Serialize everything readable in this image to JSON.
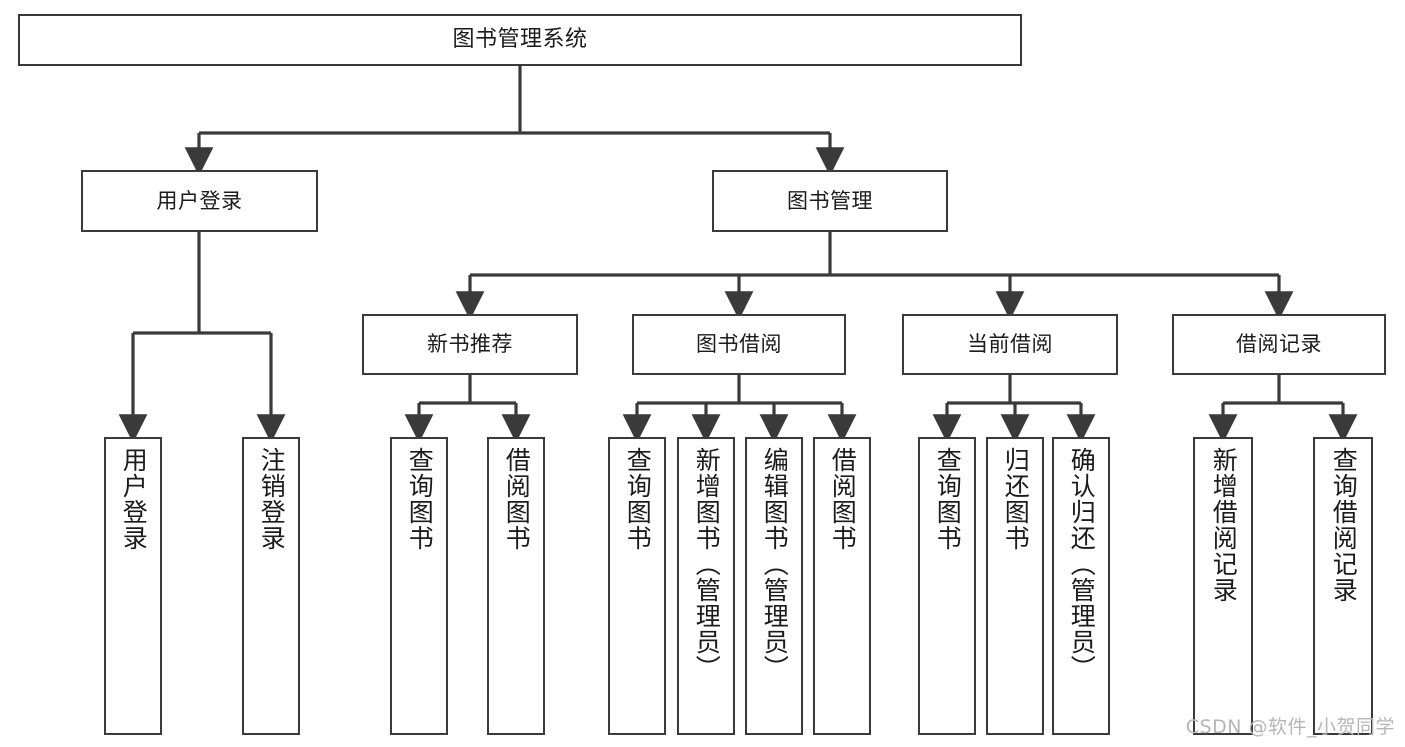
{
  "diagram": {
    "title": "图书管理系统",
    "watermark": "CSDN @软件_小贺同学",
    "edge_color": "#3a3a3a",
    "box_border_color": "#3a3a3a",
    "background": "#ffffff",
    "nodes": {
      "root": {
        "label": "图书管理系统"
      },
      "level2": [
        {
          "label": "用户登录"
        },
        {
          "label": "图书管理"
        }
      ],
      "level3": [
        {
          "label": "新书推荐"
        },
        {
          "label": "图书借阅"
        },
        {
          "label": "当前借阅"
        },
        {
          "label": "借阅记录"
        }
      ],
      "leaves": {
        "user_login": [
          {
            "label": "用户登录"
          },
          {
            "label": "注销登录"
          }
        ],
        "new_book_recommend": [
          {
            "label": "查询图书"
          },
          {
            "label": "借阅图书"
          }
        ],
        "book_borrow": [
          {
            "label": "查询图书"
          },
          {
            "label": "新增图书（管理员）"
          },
          {
            "label": "编辑图书（管理员）"
          },
          {
            "label": "借阅图书"
          }
        ],
        "current_borrow": [
          {
            "label": "查询图书"
          },
          {
            "label": "归还图书"
          },
          {
            "label": "确认归还（管理员）"
          }
        ],
        "borrow_records": [
          {
            "label": "新增借阅记录"
          },
          {
            "label": "查询借阅记录"
          }
        ]
      }
    }
  }
}
